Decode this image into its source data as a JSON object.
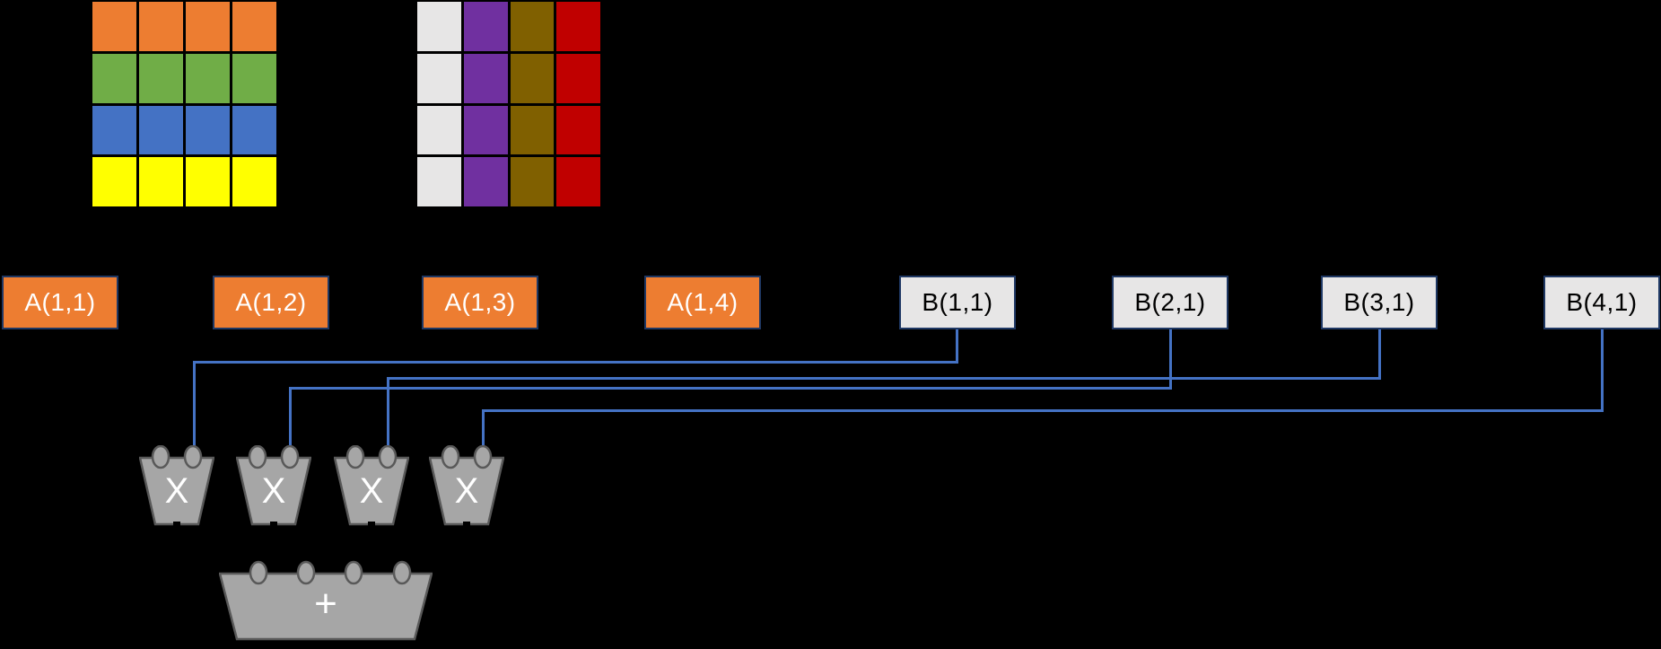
{
  "colors": {
    "background": "#000000",
    "wire": "#4472C4",
    "box_border": "#1F3864",
    "a_box_fill": "#ED7D31",
    "a_box_text": "#FFFFFF",
    "b_box_fill": "#E7E6E6",
    "b_box_text": "#000000",
    "unit_fill": "#A6A6A6",
    "unit_border": "#595959",
    "unit_text": "#FFFFFF"
  },
  "matrix_a": {
    "rows": 4,
    "cols": 4,
    "pattern": "row-striped",
    "row_colors": [
      "#ED7D31",
      "#70AD47",
      "#4472C4",
      "#FFFF00"
    ]
  },
  "matrix_b": {
    "rows": 4,
    "cols": 4,
    "pattern": "column-striped",
    "column_colors": [
      "#E7E6E6",
      "#7030A0",
      "#806000",
      "#C00000"
    ]
  },
  "a_boxes": [
    {
      "label": "A(1,1)"
    },
    {
      "label": "A(1,2)"
    },
    {
      "label": "A(1,3)"
    },
    {
      "label": "A(1,4)"
    }
  ],
  "b_boxes": [
    {
      "label": "B(1,1)"
    },
    {
      "label": "B(2,1)"
    },
    {
      "label": "B(3,1)"
    },
    {
      "label": "B(4,1)"
    }
  ],
  "multipliers": [
    {
      "label": "X"
    },
    {
      "label": "X"
    },
    {
      "label": "X"
    },
    {
      "label": "X"
    }
  ],
  "adder": {
    "label": "+"
  },
  "connections": [
    {
      "from": "B(1,1)",
      "to": "multiplier-1"
    },
    {
      "from": "B(2,1)",
      "to": "multiplier-2"
    },
    {
      "from": "B(3,1)",
      "to": "multiplier-3"
    },
    {
      "from": "B(4,1)",
      "to": "multiplier-4"
    }
  ]
}
